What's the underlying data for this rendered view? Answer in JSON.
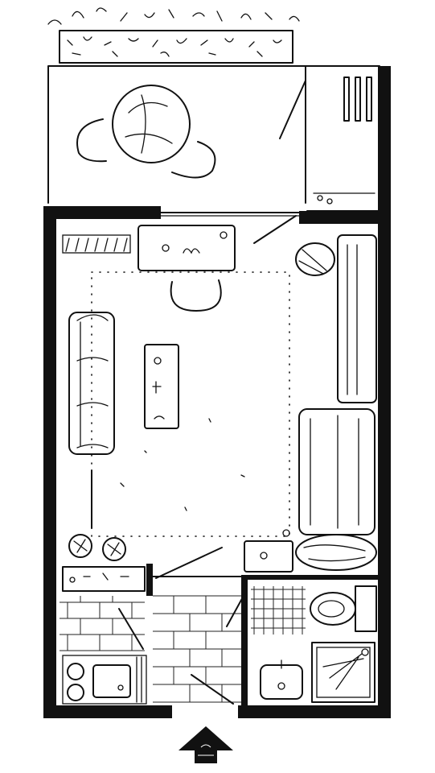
{
  "diagram": {
    "kind": "apartment-floor-plan",
    "style": "black ink hand-drawn sketch on white",
    "colors": {
      "ink": "#111111",
      "paper": "#ffffff"
    },
    "rooms": [
      "balcony",
      "living-sleeping-room",
      "kitchenette",
      "bathroom",
      "entry-hall"
    ],
    "entrance_marker": "arrow-up-icon"
  }
}
